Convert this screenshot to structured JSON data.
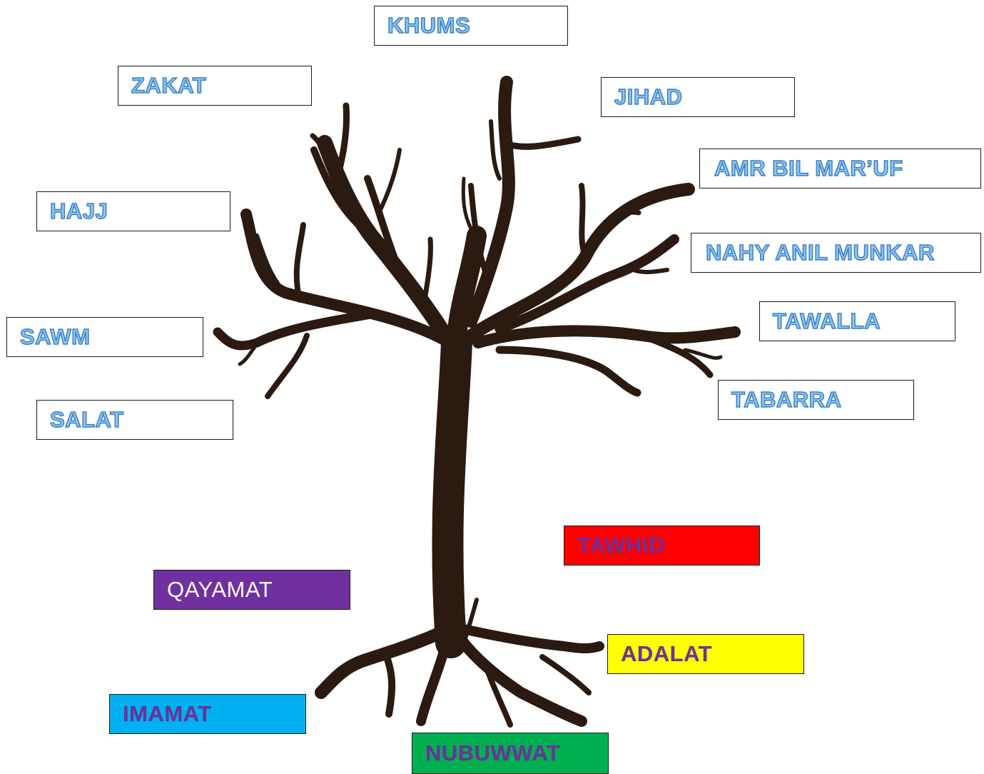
{
  "branches": [
    {
      "label": "KHUMS"
    },
    {
      "label": "ZAKAT"
    },
    {
      "label": "JIHAD"
    },
    {
      "label": "AMR BIL  MAR’UF"
    },
    {
      "label": "HAJJ"
    },
    {
      "label": "NAHY ANIL MUNKAR"
    },
    {
      "label": "TAWALLA"
    },
    {
      "label": "SAWM"
    },
    {
      "label": "TABARRA"
    },
    {
      "label": "SALAT"
    }
  ],
  "roots": [
    {
      "label": "TAWHID",
      "fill": "#ff0000",
      "text_color": "#7030a0"
    },
    {
      "label": "QAYAMAT",
      "fill": "#7030a0",
      "text_color": "#ffffff"
    },
    {
      "label": "ADALAT",
      "fill": "#ffff00",
      "text_color": "#7030a0"
    },
    {
      "label": "IMAMAT",
      "fill": "#00b0f0",
      "text_color": "#7030a0"
    },
    {
      "label": "NUBUWWAT",
      "fill": "#00b050",
      "text_color": "#7030a0"
    }
  ],
  "colors": {
    "tree": "#2b1a10",
    "branch_text": "#8fc6f0",
    "branch_outline": "#3b7fc6"
  }
}
